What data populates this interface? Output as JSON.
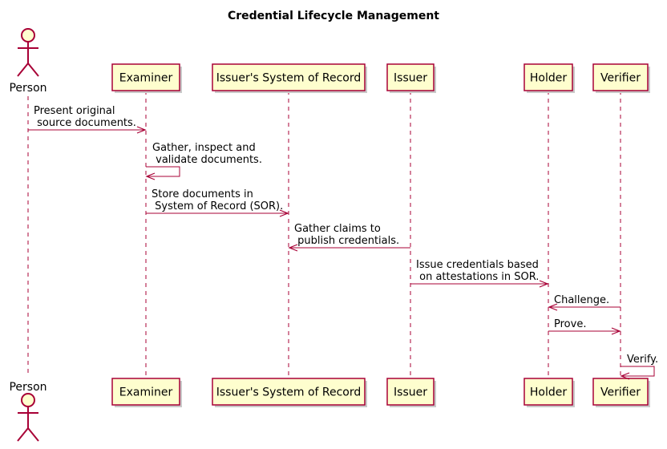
{
  "title": "Credential Lifecycle Management",
  "participants": [
    {
      "id": "person",
      "label": "Person",
      "kind": "actor"
    },
    {
      "id": "examiner",
      "label": "Examiner",
      "kind": "box"
    },
    {
      "id": "sor",
      "label": "Issuer's System of Record",
      "kind": "box"
    },
    {
      "id": "issuer",
      "label": "Issuer",
      "kind": "box"
    },
    {
      "id": "holder",
      "label": "Holder",
      "kind": "box"
    },
    {
      "id": "verifier",
      "label": "Verifier",
      "kind": "box"
    }
  ],
  "messages": [
    {
      "from": "person",
      "to": "examiner",
      "lines": [
        "Present original",
        " source documents."
      ]
    },
    {
      "from": "examiner",
      "to": "examiner",
      "lines": [
        "Gather, inspect and",
        " validate documents."
      ]
    },
    {
      "from": "examiner",
      "to": "sor",
      "lines": [
        "Store documents in",
        " System of Record (SOR)."
      ]
    },
    {
      "from": "issuer",
      "to": "sor",
      "lines": [
        "Gather claims to",
        " publish credentials."
      ]
    },
    {
      "from": "issuer",
      "to": "holder",
      "lines": [
        "Issue credentials based",
        " on attestations in SOR."
      ]
    },
    {
      "from": "verifier",
      "to": "holder",
      "lines": [
        "Challenge."
      ]
    },
    {
      "from": "holder",
      "to": "verifier",
      "lines": [
        "Prove."
      ]
    },
    {
      "from": "verifier",
      "to": "verifier",
      "lines": [
        "Verify."
      ]
    }
  ]
}
